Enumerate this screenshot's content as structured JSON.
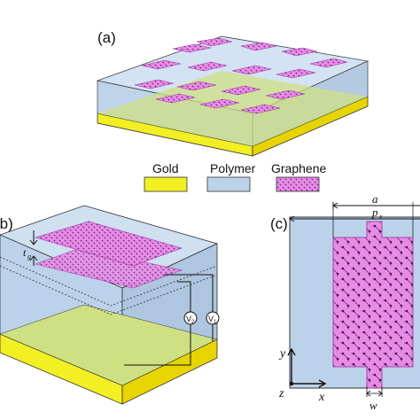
{
  "panel_a": {
    "label": "(a)"
  },
  "panel_b": {
    "label": "(b)"
  },
  "panel_c": {
    "label": "(c)"
  },
  "legend": {
    "items": [
      {
        "name": "Gold",
        "color": "#f2ef22"
      },
      {
        "name": "Polymer",
        "color": "#bcd2ea"
      },
      {
        "name": "Graphene",
        "color": "#e68ce6"
      }
    ]
  },
  "annotations": {
    "tg": "t",
    "tg_sub": "g",
    "v1": "V",
    "v1_sub": "1",
    "v2": "V",
    "v2_sub": "2",
    "a": "a",
    "px": "p",
    "px_sub": "x",
    "w": "w",
    "x_axis": "x",
    "y_axis": "y",
    "z_axis": "z"
  },
  "colors": {
    "gold": "#f2ef22",
    "gold_dark": "#d9c800",
    "polymer": "#bcd2ea",
    "substrate_top": "#cfe083",
    "graphene": "#e68ce6",
    "graphene_edge": "#b040b0"
  }
}
